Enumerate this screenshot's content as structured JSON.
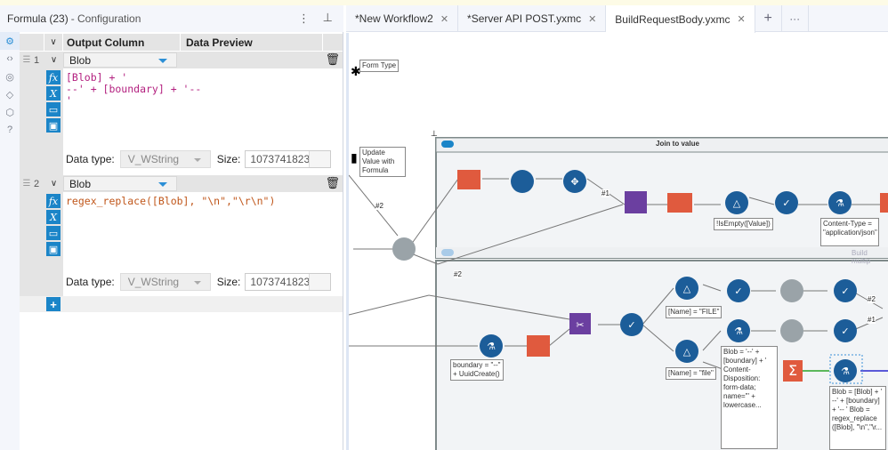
{
  "config_panel": {
    "title": "Formula (23)",
    "subtitle": "- Configuration",
    "menu_icon": "kebab-icon",
    "pin_icon": "pin-icon",
    "sidebar_icons": [
      "gear-icon",
      "code-icon",
      "navigate-icon",
      "tag-icon",
      "cube-icon",
      "help-icon"
    ],
    "columns": [
      "Output Column",
      "Data Preview"
    ],
    "expressions": [
      {
        "index": "1",
        "output_column": "Blob",
        "code_lines": [
          "[Blob] + '",
          "--' + [boundary] + '--",
          "'"
        ],
        "data_type_label": "Data type:",
        "data_type": "V_WString",
        "size_label": "Size:",
        "size": "1073741823"
      },
      {
        "index": "2",
        "output_column": "Blob",
        "code_lines": [
          "regex_replace([Blob], \"\\n\",\"\\r\\n\")"
        ],
        "data_type_label": "Data type:",
        "data_type": "V_WString",
        "size_label": "Size:",
        "size": "1073741823"
      }
    ],
    "tool_icons": [
      "fx-icon",
      "variable-icon",
      "open-folder-icon",
      "save-icon"
    ],
    "add_label": "+"
  },
  "tabs": [
    {
      "label": "*New Workflow2",
      "active": false
    },
    {
      "label": "*Server API POST.yxmc",
      "active": false
    },
    {
      "label": "BuildRequestBody.yxmc",
      "active": true
    }
  ],
  "tab_actions": {
    "add": "+",
    "more": "···"
  },
  "canvas": {
    "container_top_title": "Join to value",
    "container_bottom_title": "Build multip",
    "annotations": {
      "form_type": "Form Type",
      "update_value": "Update Value with Formula",
      "is_empty": "!IsEmpty([Value])",
      "content_type": "Content-Type = \"application/json\"",
      "boundary": "boundary = \"--\" + UuidCreate()",
      "name_file_upper": "[Name] = \"FILE\"",
      "name_file_lower": "[Name] = \"file\"",
      "blob_disposition": "Blob = '--' + [boundary] + ' Content-Disposition: form-data; name=\"' + lowercase...",
      "blob_disposition_2": "[boundary] + ' Content-Disposition: form-data; name=\"' + lowercase...",
      "blob_final": "Blob = [Blob] + ' --' + [boundary] + '-- ' Blob = regex_replace ([Blob], \"\\n\",\"\\r..."
    },
    "connection_labels": {
      "c1": "#2",
      "c2": "#1",
      "c3": "#2",
      "c4": "#2",
      "c5": "#1"
    }
  }
}
